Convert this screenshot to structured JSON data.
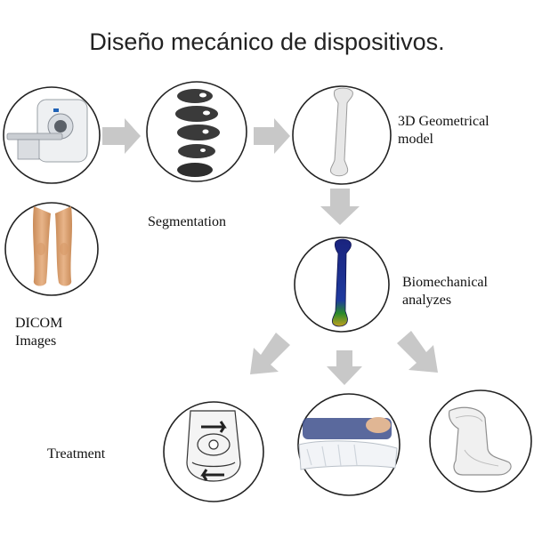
{
  "title": "Diseño mecánico de dispositivos.",
  "labels": {
    "segmentation": "Segmentation",
    "geometrical_model": [
      "3D Geometrical",
      "model"
    ],
    "biomechanical": [
      "Biomechanical",
      "analyzes"
    ],
    "dicom": [
      "DICOM",
      "Images"
    ],
    "treatment": "Treatment"
  },
  "nodes": [
    {
      "name": "ct-scanner-image",
      "icon": "ct-scanner-icon"
    },
    {
      "name": "segmentation-slices-image",
      "icon": "stacked-slices-icon"
    },
    {
      "name": "bone-model-image",
      "icon": "tibia-bone-icon"
    },
    {
      "name": "legs-photo",
      "icon": "legs-icon"
    },
    {
      "name": "biomechanical-analysis-image",
      "icon": "stress-map-bone-icon"
    },
    {
      "name": "orthosis-diagram-image",
      "icon": "orthosis-icon"
    },
    {
      "name": "leg-cast-photo",
      "icon": "leg-cast-icon"
    },
    {
      "name": "ankle-brace-image",
      "icon": "ankle-brace-icon"
    }
  ],
  "colors": {
    "arrow": "#c8c8c8",
    "circle_stroke": "#222222",
    "title": "#222222",
    "stress_high": "#2a8a2a",
    "stress_low": "#1a237e"
  }
}
